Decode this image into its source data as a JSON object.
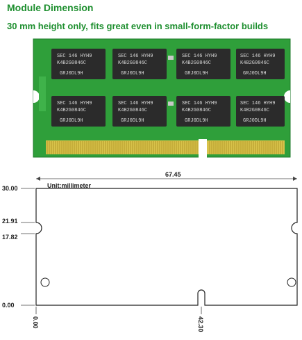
{
  "header": {
    "title": "Module Dimension",
    "subtitle": "30 mm height only, fits great even in small-form-factor builds"
  },
  "module": {
    "chip_line1": "SEC 146 HYH9",
    "chip_line2": "K4B2G0846C",
    "chip_line3": "GRJ0DL9H",
    "colors": {
      "pcb": "#2f9f3a",
      "chip": "#2b2b2b",
      "contacts": "#d8c24a"
    }
  },
  "dimensions": {
    "width_label": "67.45",
    "unit_label": "Unit:millimeter",
    "y_labels": [
      "30.00",
      "21.91",
      "17.82",
      "0.00"
    ],
    "x_labels": [
      "0.00",
      "42.30"
    ]
  }
}
